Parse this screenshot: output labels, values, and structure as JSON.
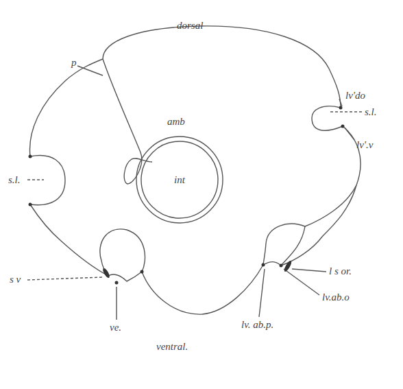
{
  "diagram": {
    "nodes": [
      {
        "text": [
          "int"
        ]
      }
    ],
    "labels": [
      "dorsal",
      "p",
      "amb",
      "lv'do",
      "s.l.",
      "lv'.v",
      "s.l.",
      "s v",
      "l s or.",
      "lv.ab.o",
      "ve.",
      "lv. ab.p.",
      "ventral."
    ]
  }
}
